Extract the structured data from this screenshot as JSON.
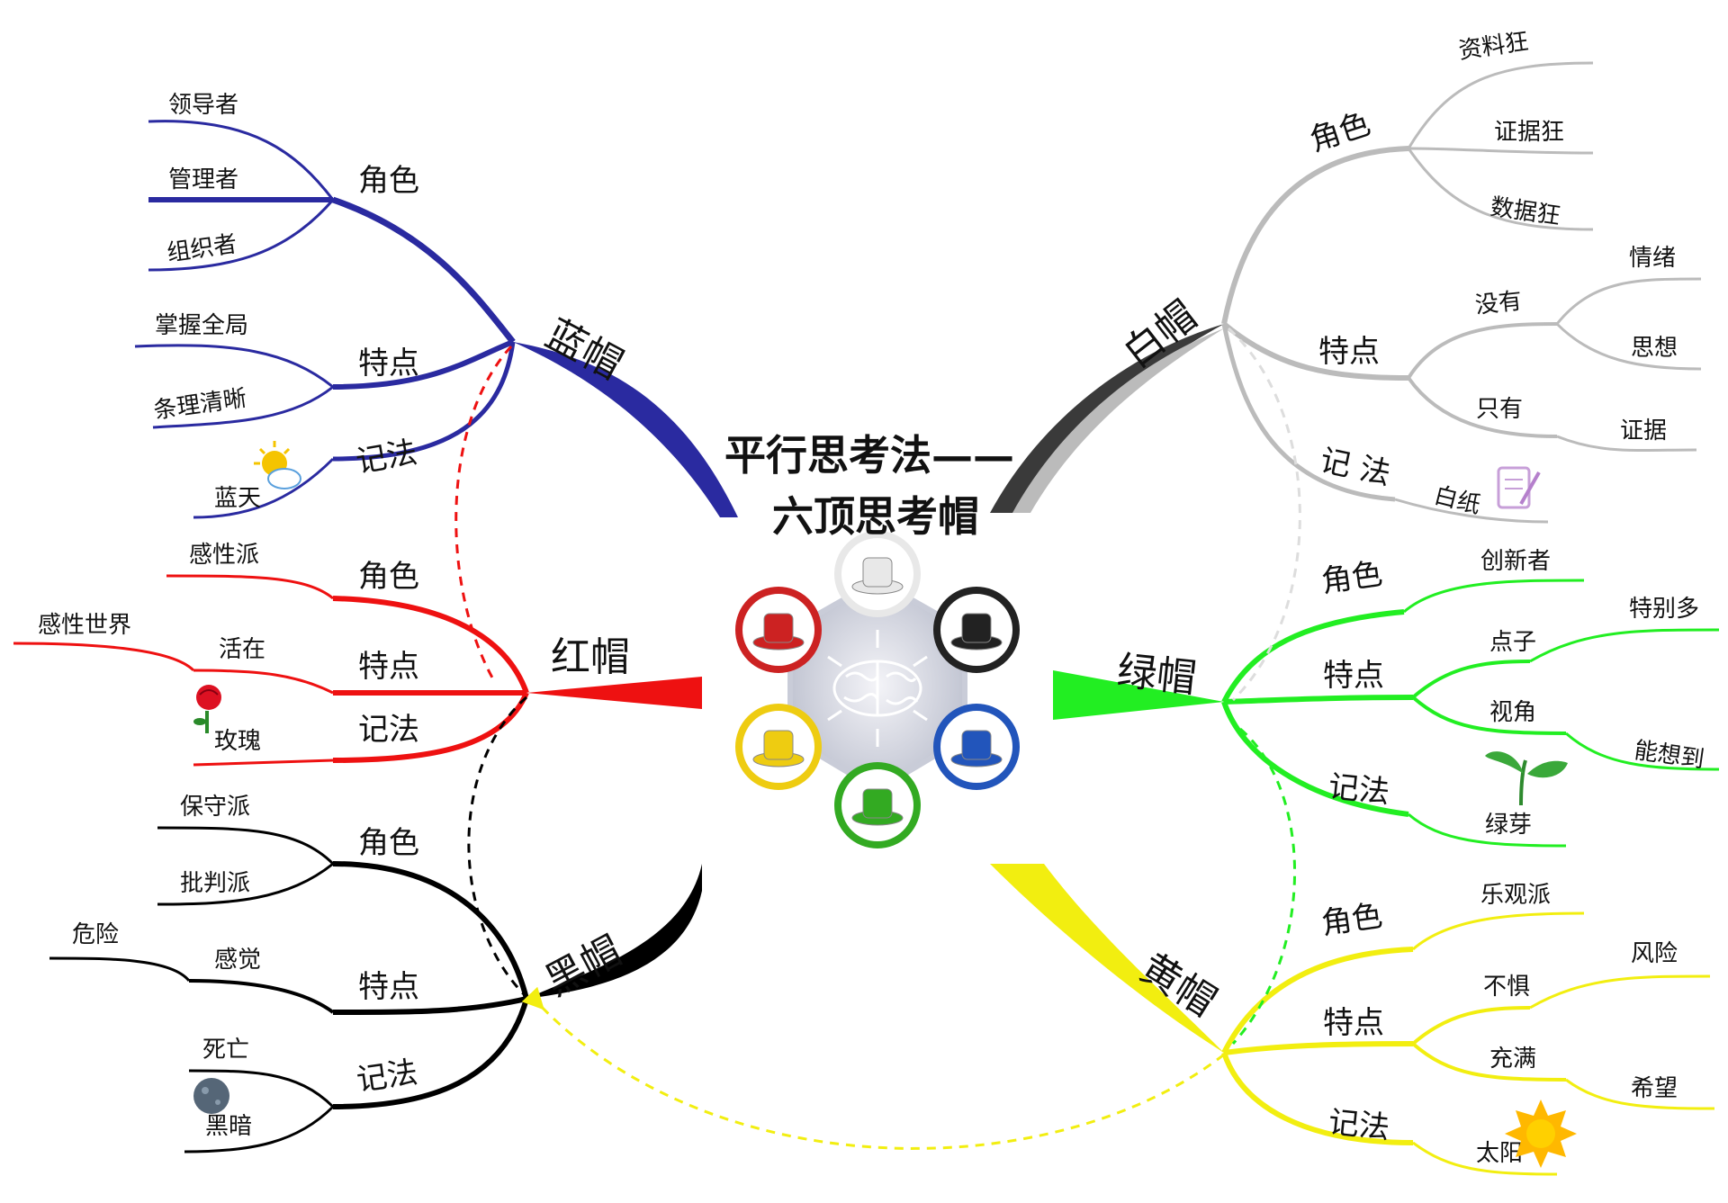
{
  "title": {
    "line1": "平行思考法——",
    "line2": "六顶思考帽"
  },
  "branches": {
    "blue": {
      "label": "蓝帽",
      "color": "#2a2aa0",
      "role": {
        "label": "角色",
        "items": [
          "领导者",
          "管理者",
          "组织者"
        ]
      },
      "feature": {
        "label": "特点",
        "items": [
          "掌握全局",
          "条理清晰"
        ]
      },
      "memo": {
        "label": "记法",
        "items": [
          "蓝天"
        ],
        "icon": "sun-cloud-icon"
      }
    },
    "red": {
      "label": "红帽",
      "color": "#ee1111",
      "role": {
        "label": "角色",
        "items": [
          "感性派"
        ]
      },
      "feature": {
        "label": "特点",
        "items": [
          "活在"
        ],
        "extra": "感性世界"
      },
      "memo": {
        "label": "记法",
        "items": [
          "玫瑰"
        ],
        "icon": "rose-icon"
      }
    },
    "black": {
      "label": "黑帽",
      "color": "#000000",
      "role": {
        "label": "角色",
        "items": [
          "保守派",
          "批判派"
        ]
      },
      "feature": {
        "label": "特点",
        "items": [
          "感觉"
        ],
        "extra": "危险"
      },
      "memo": {
        "label": "记法",
        "items": [
          "死亡",
          "黑暗"
        ],
        "icon": "moon-icon"
      }
    },
    "white": {
      "label": "白帽",
      "color": "#bbbbbb",
      "role": {
        "label": "角色",
        "items": [
          "资料狂",
          "证据狂",
          "数据狂"
        ]
      },
      "feature": {
        "label": "特点",
        "none_label": "没有",
        "none_items": [
          "情绪",
          "思想"
        ],
        "only_label": "只有",
        "only_items": [
          "证据"
        ]
      },
      "memo": {
        "label": "记 法",
        "items": [
          "白纸"
        ],
        "icon": "notepad-icon"
      }
    },
    "green": {
      "label": "绿帽",
      "color": "#22ee22",
      "role": {
        "label": "角色",
        "items": [
          "创新者"
        ]
      },
      "feature": {
        "label": "特点",
        "a_label": "点子",
        "a_items": [
          "特别多"
        ],
        "b_label": "视角",
        "b_items": [
          "能想到"
        ]
      },
      "memo": {
        "label": "记法",
        "items": [
          "绿芽"
        ],
        "icon": "sprout-icon"
      }
    },
    "yellow": {
      "label": "黄帽",
      "color": "#f2ee10",
      "role": {
        "label": "角色",
        "items": [
          "乐观派"
        ]
      },
      "feature": {
        "label": "特点",
        "a_label": "不惧",
        "a_items": [
          "风险"
        ],
        "b_label": "充满",
        "b_items": [
          "希望"
        ]
      },
      "memo": {
        "label": "记法",
        "items": [
          "太阳"
        ],
        "icon": "sun-icon"
      }
    }
  },
  "center": {
    "icon": "brain-icon",
    "hats": [
      {
        "name": "white-hat-icon",
        "color": "#e8e8e8"
      },
      {
        "name": "black-hat-icon",
        "color": "#222222"
      },
      {
        "name": "blue-hat-icon",
        "color": "#2255bb"
      },
      {
        "name": "green-hat-icon",
        "color": "#33aa22"
      },
      {
        "name": "yellow-hat-icon",
        "color": "#eecc11"
      },
      {
        "name": "red-hat-icon",
        "color": "#cc2222"
      }
    ]
  }
}
